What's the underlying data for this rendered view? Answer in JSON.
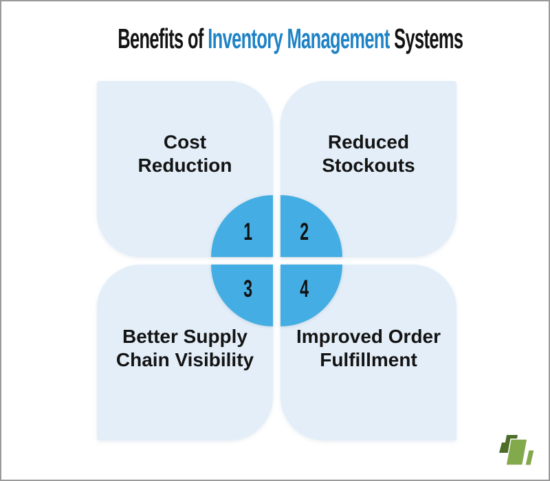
{
  "title": {
    "prefix": "Benefits of ",
    "highlight": "Inventory Management",
    "suffix": " Systems"
  },
  "quadrants": [
    {
      "number": "1",
      "line1": "Cost",
      "line2": "Reduction"
    },
    {
      "number": "2",
      "line1": "Reduced",
      "line2": "Stockouts"
    },
    {
      "number": "3",
      "line1": "Better Supply",
      "line2": "Chain Visibility"
    },
    {
      "number": "4",
      "line1": "Improved Order",
      "line2": "Fulfillment"
    }
  ],
  "colors": {
    "title_text": "#141414",
    "title_highlight": "#1e82c5",
    "petal_background": "#e3eef8",
    "circle_blue": "#44ade3",
    "label_text": "#141414",
    "frame_border": "#9a9a9a",
    "logo_dark_green": "#4d6d28",
    "logo_light_green": "#83a94d"
  }
}
